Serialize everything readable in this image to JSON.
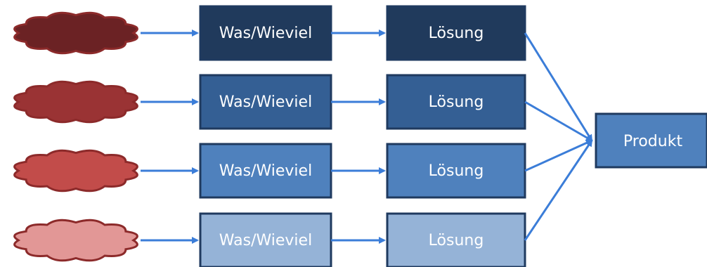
{
  "rows": [
    {
      "what_label": "Was/Wieviel",
      "solution_label": "Lösung",
      "cloud_color": "#6b2224",
      "box1_color": "#203a5c",
      "box2_color": "#203a5c",
      "text_color": "#ffffff"
    },
    {
      "what_label": "Was/Wieviel",
      "solution_label": "Lösung",
      "cloud_color": "#9a3334",
      "box1_color": "#345f94",
      "box2_color": "#345f94",
      "text_color": "#ffffff"
    },
    {
      "what_label": "Was/Wieviel",
      "solution_label": "Lösung",
      "cloud_color": "#c24c4a",
      "box1_color": "#4f81bd",
      "box2_color": "#4f81bd",
      "text_color": "#ffffff"
    },
    {
      "what_label": "Was/Wieviel",
      "solution_label": "Lösung",
      "cloud_color": "#e29796",
      "box1_color": "#95b3d7",
      "box2_color": "#95b3d7",
      "text_color": "#ffffff"
    }
  ],
  "product": {
    "label": "Produkt",
    "color": "#4f81bd",
    "text_color": "#ffffff"
  },
  "colors": {
    "arrow": "#3b7dd8",
    "box_border": "#1f3a5f",
    "cloud_border": "#8c2a2a"
  }
}
